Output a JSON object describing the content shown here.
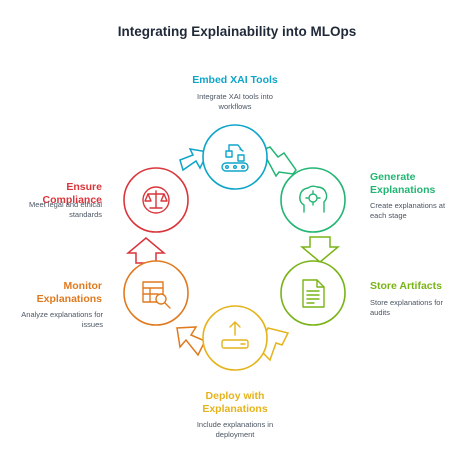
{
  "title": "Integrating Explainability into MLOps",
  "steps": [
    {
      "label": "Embed XAI Tools",
      "description": "Integrate XAI tools into workflows",
      "color": "#0ea5c9",
      "icon": "robotic-arm-icon"
    },
    {
      "label": "Generate Explanations",
      "description": "Create explanations at each stage",
      "color": "#22b573",
      "icon": "brain-gear-icon"
    },
    {
      "label": "Store Artifacts",
      "description": "Store explanations for audits",
      "color": "#7ab317",
      "icon": "document-icon"
    },
    {
      "label": "Deploy with Explanations",
      "description": "Include explanations in deployment",
      "color": "#e5b31b",
      "icon": "upload-icon"
    },
    {
      "label": "Monitor Explanations",
      "description": "Analyze explanations for issues",
      "color": "#e07a1f",
      "icon": "table-search-icon"
    },
    {
      "label": "Ensure Compliance",
      "description": "Meet legal and ethical standards",
      "color": "#d9353b",
      "icon": "scales-icon"
    }
  ]
}
